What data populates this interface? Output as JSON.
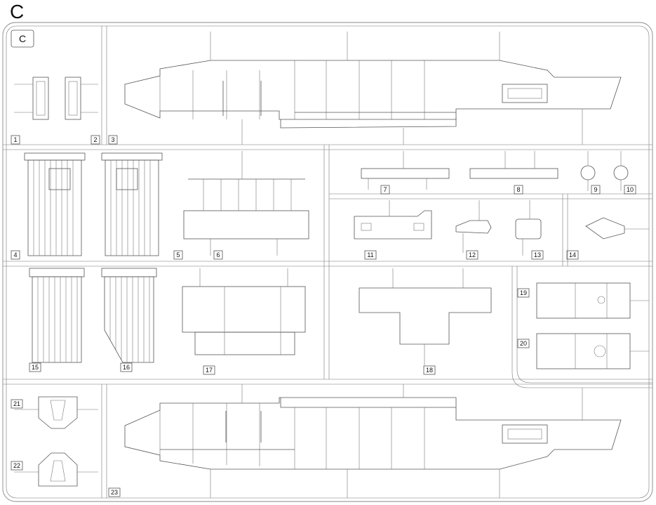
{
  "sprue": {
    "letter": "C",
    "tag": "C"
  },
  "parts": [
    {
      "number": "1"
    },
    {
      "number": "2"
    },
    {
      "number": "3"
    },
    {
      "number": "4"
    },
    {
      "number": "5"
    },
    {
      "number": "6"
    },
    {
      "number": "7"
    },
    {
      "number": "8"
    },
    {
      "number": "9"
    },
    {
      "number": "10"
    },
    {
      "number": "11"
    },
    {
      "number": "12"
    },
    {
      "number": "13"
    },
    {
      "number": "14"
    },
    {
      "number": "15"
    },
    {
      "number": "16"
    },
    {
      "number": "17"
    },
    {
      "number": "18"
    },
    {
      "number": "19"
    },
    {
      "number": "20"
    },
    {
      "number": "21"
    },
    {
      "number": "22"
    },
    {
      "number": "23"
    }
  ]
}
